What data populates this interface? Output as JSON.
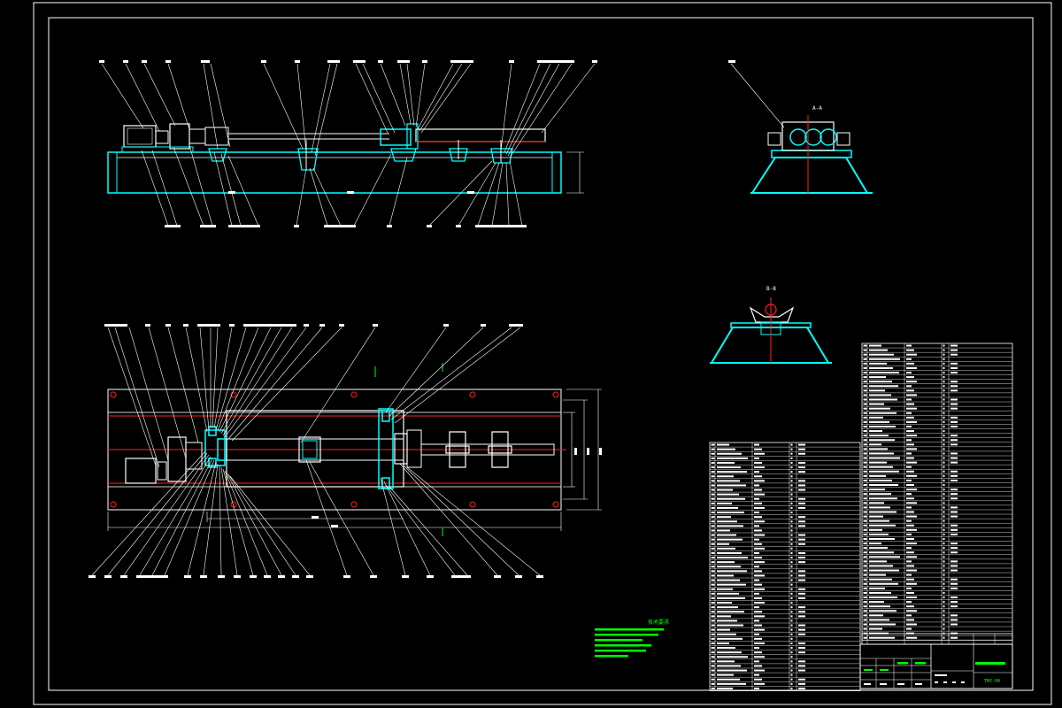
{
  "drawing": {
    "background": "#000000",
    "colors": {
      "outline": "#ffffff",
      "part": "#00ffff",
      "centerline": "#ff2020",
      "note": "#00ff00",
      "title_accent": "#00ff00"
    },
    "title_block": {
      "drawing_name": "",
      "drawing_number": "TMJ-00"
    },
    "technical_requirements": {
      "heading": "技术要求",
      "lines": [
        "",
        "",
        "",
        "",
        "",
        ""
      ]
    },
    "view_labels": {
      "side_view": "A-A",
      "end_view": "B-B"
    },
    "bom_columns": [
      "序号",
      "代号",
      "名称",
      "数量",
      "材料",
      "备注"
    ]
  }
}
